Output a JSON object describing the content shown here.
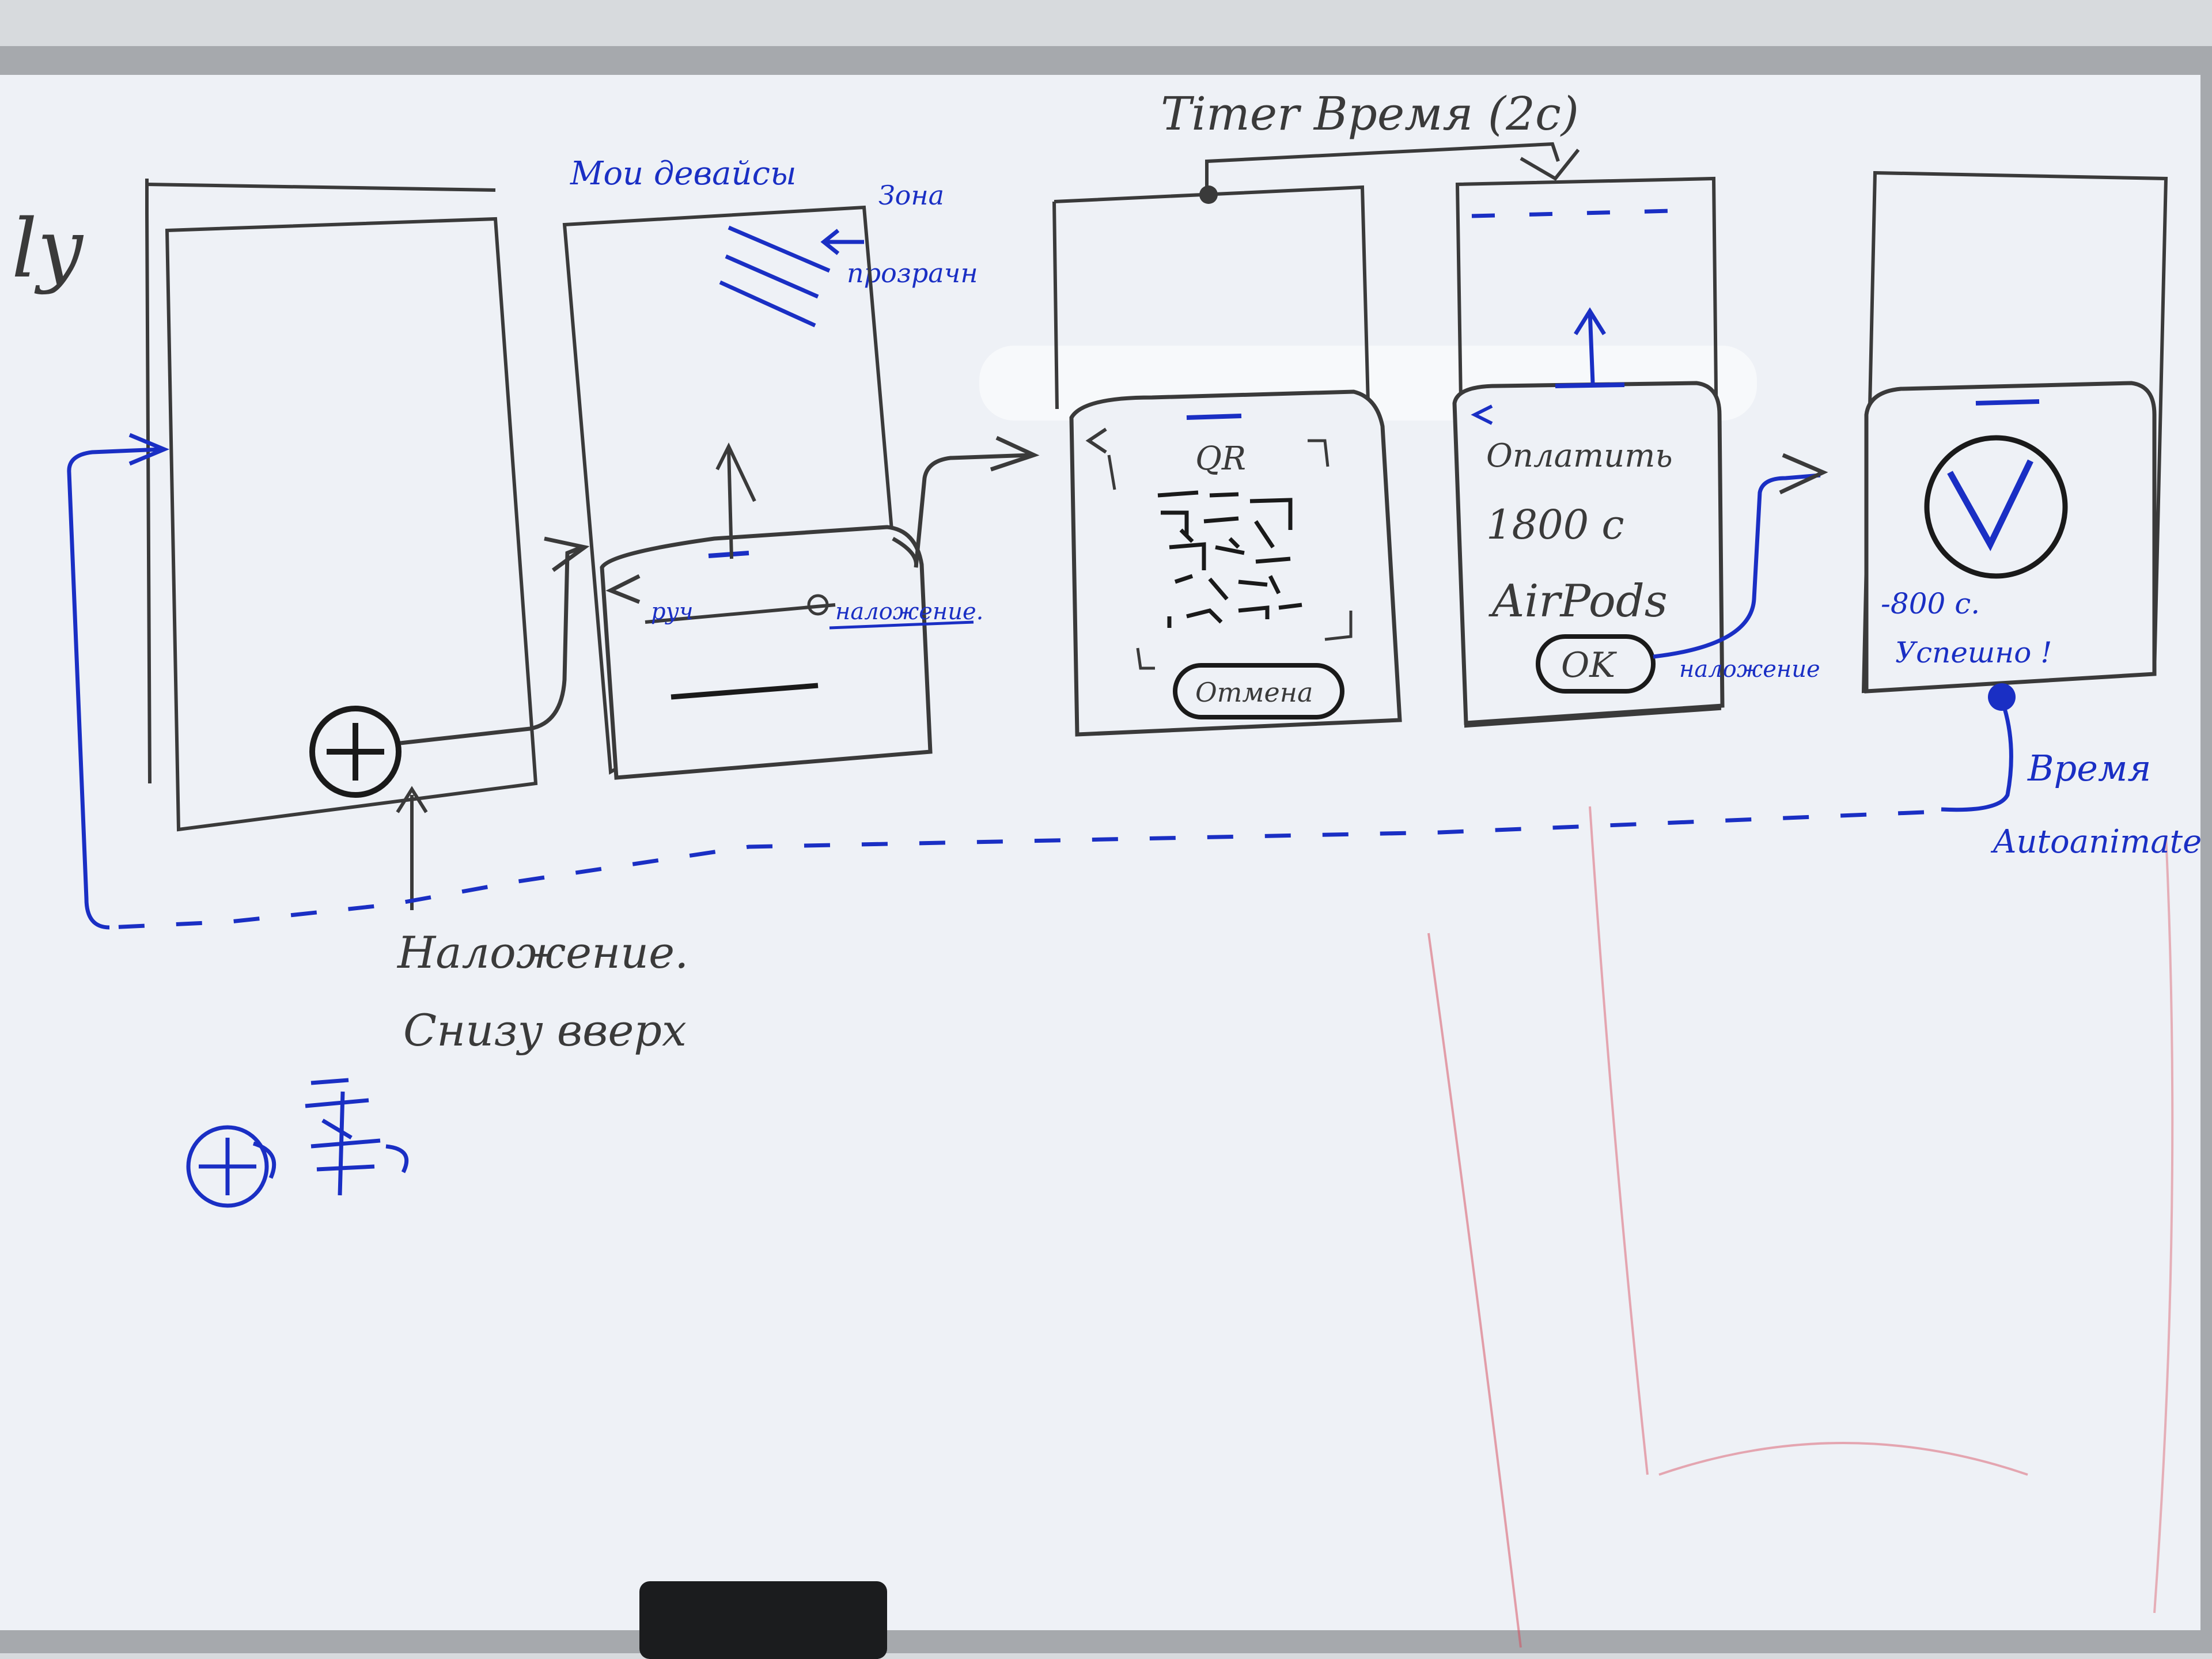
{
  "colors": {
    "board": "#eef1f6",
    "frame": "#a6a9ad",
    "black_ink": "#3a3a3a",
    "blue_ink": "#1a2fc4",
    "red_ink": "#d64a5a"
  },
  "labels": {
    "edge_fragment": "ly",
    "my_devices": "Мои девайсы",
    "blur_note_1": "Зона",
    "blur_note_2": "прозрачн",
    "timer_title": "Timer Время (2с)",
    "sheet_left_label": "руч",
    "sheet_right_label": "наложение.",
    "qr_title": "QR",
    "cancel_button": "Отмена",
    "pay_title": "Оплатить",
    "price": "1800 с",
    "product": "AirPods",
    "ok_button": "OK",
    "ok_note": "наложение",
    "amount": "-800 с.",
    "success": "Успешно !",
    "time_note_1": "Время",
    "time_note_2": "Autoanimate",
    "overlay_note_1": "Наложение.",
    "overlay_note_2": "Снизу вверх"
  },
  "icons": [
    "plus-circle-icon",
    "check-circle-icon",
    "qr-code-icon",
    "blur-lines-icon",
    "plus-doodle-icon"
  ]
}
